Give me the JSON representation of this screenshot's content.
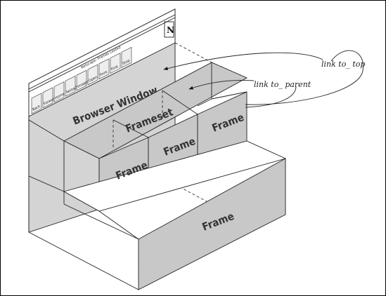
{
  "window": {
    "titlebar": "Netscape: Frames Layout",
    "logo_letter": "N",
    "toolbar_buttons": [
      "Back",
      "Forward",
      "Home",
      "Reload",
      "Images",
      "Open",
      "Print",
      "Find",
      "Stop"
    ]
  },
  "labels": {
    "browser_window": "Browser Window",
    "frameset": "Frameset",
    "frame_left": "Frame",
    "frame_middle": "Frame",
    "frame_right": "Frame",
    "frame_bottom": "Frame"
  },
  "annotations": {
    "link_top": "link to_ top",
    "link_parent": "link to_ parent"
  },
  "colors": {
    "face": "#c8c8c8",
    "outline": "#222222"
  }
}
